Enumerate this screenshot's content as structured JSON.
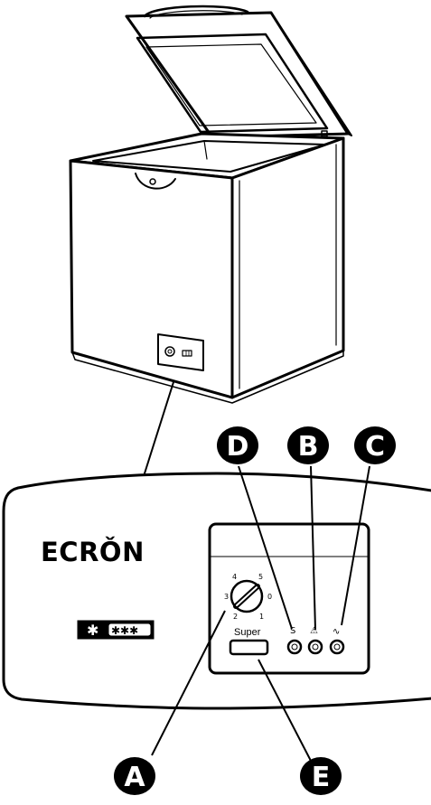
{
  "panel": {
    "brand": "ECRǑN",
    "super_label": "Super",
    "indicator_s_label": "S",
    "indicator_b_symbol": "⚠",
    "indicator_c_symbol": "∿",
    "rating_stars": "✱✱✱",
    "freezer_symbol": "✱",
    "dial_numbers": [
      "4",
      "5",
      "3",
      "0",
      "2",
      "1"
    ]
  },
  "callouts": {
    "A": "A",
    "B": "B",
    "C": "C",
    "D": "D",
    "E": "E"
  },
  "colors": {
    "line": "#000000",
    "background": "#ffffff",
    "badge": "#000000"
  }
}
